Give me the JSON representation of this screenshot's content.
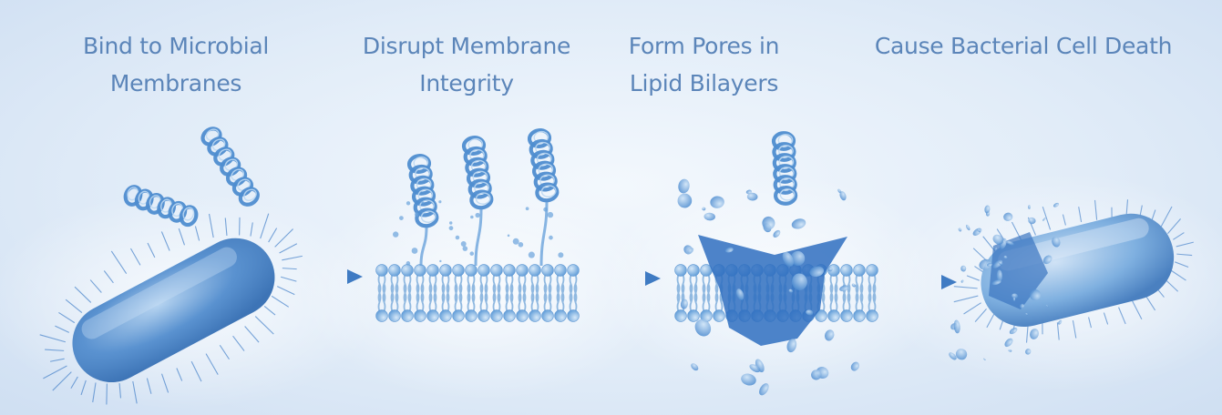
{
  "steps": [
    {
      "line1": "Bind to Microbial",
      "line2": "Membranes"
    },
    {
      "line1": "Disrupt Membrane",
      "line2": "Integrity"
    },
    {
      "line1": "Form Pores in",
      "line2": "Lipid Bilayers"
    },
    {
      "line1": "Cause Bacterial Cell Death",
      "line2": ""
    }
  ],
  "colors": {
    "title_text": "#5b85b9",
    "background_light": "#f3f8fd",
    "background_dark": "#cfdff2",
    "bacterium_body": "#5a92d0",
    "bacterium_highlight": "#b5d3f0",
    "peptide_helix": "#4f8dd0",
    "lipid_head": "#7ab0e2",
    "lipid_tail": "#8fb8e0",
    "arrow": "#4f88cc",
    "pore": "#2f6fbf"
  },
  "icons": {
    "bacterium": "rod-bacterium-icon",
    "peptide": "alpha-helix-peptide-icon",
    "membrane": "lipid-bilayer-icon",
    "arrow": "right-arrow-icon",
    "debris": "cell-debris-icon"
  }
}
